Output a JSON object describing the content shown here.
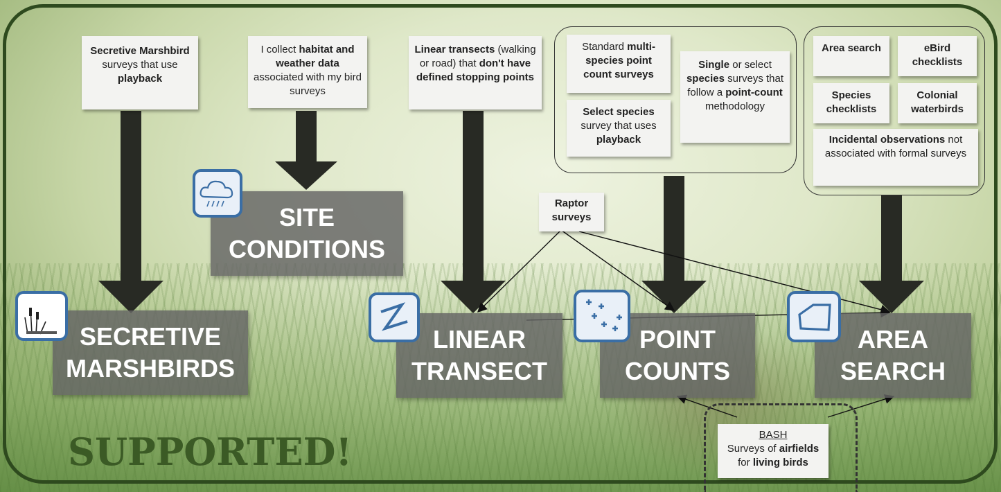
{
  "notes": {
    "marshbird": {
      "pre": "",
      "bold1": "Secretive Marshbird",
      "mid": " surveys that use ",
      "bold2": "playback"
    },
    "habitat": {
      "pre": "I collect ",
      "bold1": "habitat and weather data",
      "mid": " associated with my bird surveys",
      "bold2": ""
    },
    "transect": {
      "bold1": "Linear transects",
      "mid": " (walking or road) that ",
      "bold2": "don't have defined stopping points"
    },
    "multispecies": {
      "pre": "Standard ",
      "bold1": "multi-species point count surveys"
    },
    "select_playback": {
      "bold1": "Select species",
      "mid": " survey that uses ",
      "bold2": "playback"
    },
    "single_select": {
      "bold1": "Single",
      "mid1": " or select ",
      "bold2": "species",
      "mid2": " surveys that follow a ",
      "bold3": "point-count",
      "tail": " methodology"
    },
    "area_search": {
      "bold1": "Area search"
    },
    "ebird": {
      "bold1": "eBird checklists"
    },
    "species_checklists": {
      "bold1": "Species checklists"
    },
    "colonial": {
      "bold1": "Colonial waterbirds"
    },
    "incidental": {
      "bold1": "Incidental observations",
      "mid": " not associated with formal surveys"
    },
    "raptor": {
      "bold1": "Raptor surveys"
    },
    "bash": {
      "under": "BASH",
      "mid": "Surveys of ",
      "bold1": "airfields",
      "mid2": " for ",
      "bold2": "living birds"
    }
  },
  "methods": {
    "site": {
      "line1": "SITE",
      "line2": "CONDITIONS"
    },
    "marsh": {
      "line1": "SECRETIVE",
      "line2": "MARSHBIRDS"
    },
    "linear": {
      "line1": "LINEAR",
      "line2": "TRANSECT"
    },
    "point": {
      "line1": "POINT",
      "line2": "COUNTS"
    },
    "area": {
      "line1": "AREA",
      "line2": "SEARCH"
    }
  },
  "icons": {
    "site": "cloud-rain-icon",
    "marsh": "cattail-icon",
    "linear": "zigzag-line-icon",
    "point": "crosses-points-icon",
    "area": "polygon-area-icon"
  },
  "footer": {
    "supported": "SUPPORTED!"
  },
  "colors": {
    "frame": "#2e4a1e",
    "method_box": "#646464",
    "icon_border": "#3a6ea5",
    "arrow": "#282a24",
    "title": "#3b5a25"
  }
}
